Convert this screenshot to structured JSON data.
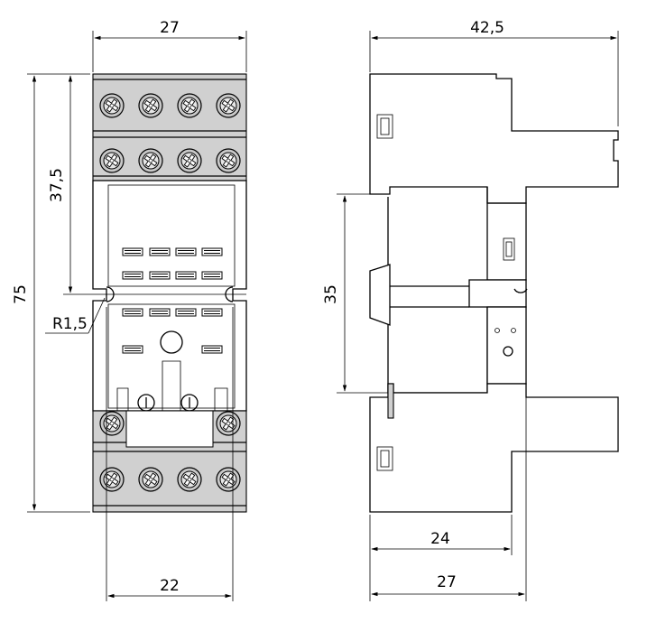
{
  "front_view": {
    "dim_width": "27",
    "dim_height_total": "75",
    "dim_height_half": "37,5",
    "dim_radius": "R1,5",
    "dim_bottom_width": "22"
  },
  "side_view": {
    "dim_depth_total": "42,5",
    "dim_rail": "35",
    "dim_base_24": "24",
    "dim_base_27": "27"
  },
  "colors": {
    "line": "#000000",
    "fill_grey": "#d0d0d0",
    "fill_dark": "#6a6a6a",
    "background": "#ffffff"
  }
}
